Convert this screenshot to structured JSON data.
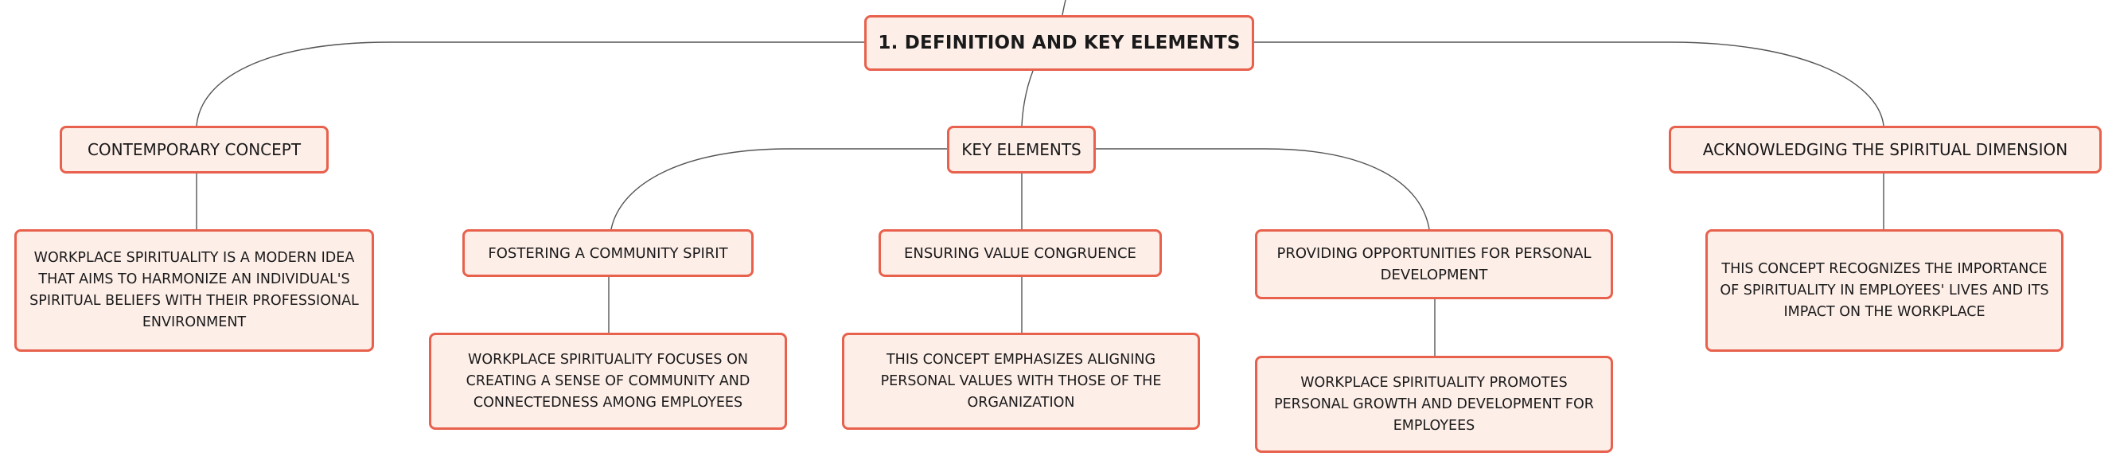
{
  "colors": {
    "node_fill": "#fdeee8",
    "node_border": "#e8614d",
    "connector": "#555555",
    "text": "#1a1a1a"
  },
  "root": {
    "label": "1. DEFINITION AND KEY ELEMENTS"
  },
  "branches": {
    "contemporary": {
      "label": "CONTEMPORARY CONCEPT",
      "detail": "WORKPLACE SPIRITUALITY IS A MODERN IDEA THAT AIMS TO HARMONIZE AN INDIVIDUAL'S SPIRITUAL BELIEFS WITH THEIR PROFESSIONAL ENVIRONMENT"
    },
    "key_elements": {
      "label": "KEY ELEMENTS",
      "children": [
        {
          "label": "FOSTERING A COMMUNITY SPIRIT",
          "detail": "WORKPLACE SPIRITUALITY FOCUSES ON CREATING A SENSE OF COMMUNITY AND CONNECTEDNESS AMONG EMPLOYEES"
        },
        {
          "label": "ENSURING VALUE CONGRUENCE",
          "detail": "THIS CONCEPT EMPHASIZES ALIGNING PERSONAL VALUES WITH THOSE OF THE ORGANIZATION"
        },
        {
          "label": "PROVIDING OPPORTUNITIES FOR PERSONAL DEVELOPMENT",
          "detail": "WORKPLACE SPIRITUALITY PROMOTES PERSONAL GROWTH AND DEVELOPMENT FOR EMPLOYEES"
        }
      ]
    },
    "spiritual": {
      "label": "ACKNOWLEDGING THE SPIRITUAL DIMENSION",
      "detail": "THIS CONCEPT RECOGNIZES THE IMPORTANCE OF SPIRITUALITY IN EMPLOYEES' LIVES AND ITS IMPACT ON THE WORKPLACE"
    }
  }
}
